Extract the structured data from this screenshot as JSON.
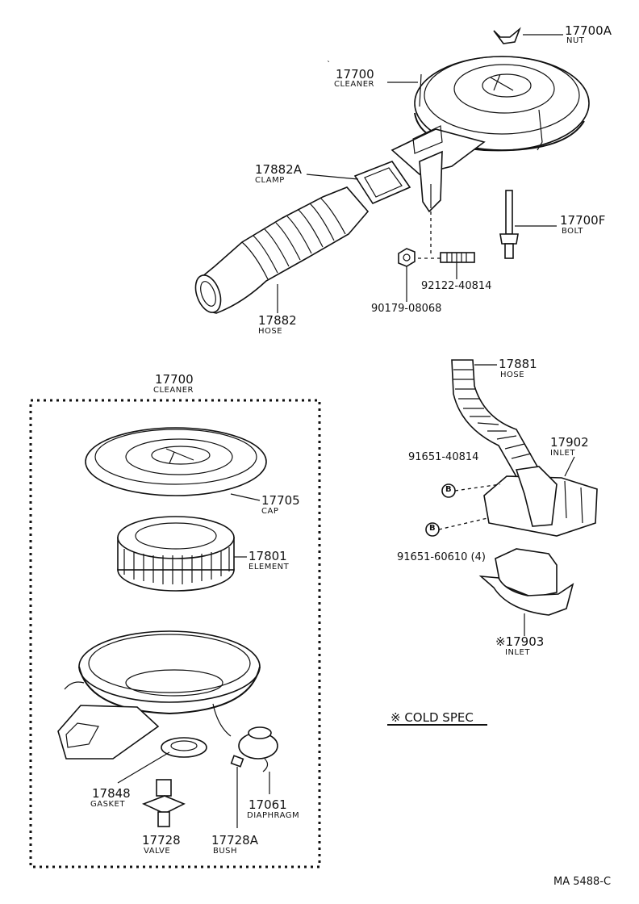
{
  "parts": {
    "nut": {
      "number": "17700A",
      "name": "NUT"
    },
    "cleaner_top": {
      "number": "17700",
      "name": "CLEANER"
    },
    "clamp": {
      "number": "17882A",
      "name": "CLAMP"
    },
    "bolt": {
      "number": "17700F",
      "name": "BOLT"
    },
    "hose": {
      "number": "17882",
      "name": "HOSE"
    },
    "stud": {
      "number": "92122-40814"
    },
    "nut2": {
      "number": "90179-08068"
    },
    "cleaner_box": {
      "number": "17700",
      "name": "CLEANER"
    },
    "cap": {
      "number": "17705",
      "name": "CAP"
    },
    "element": {
      "number": "17801",
      "name": "ELEMENT"
    },
    "gasket": {
      "number": "17848",
      "name": "GASKET"
    },
    "valve": {
      "number": "17728",
      "name": "VALVE"
    },
    "bush": {
      "number": "17728A",
      "name": "BUSH"
    },
    "diaphragm": {
      "number": "17061",
      "name": "DIAPHRAGM"
    },
    "hose2": {
      "number": "17881",
      "name": "HOSE"
    },
    "inlet": {
      "number": "17902",
      "name": "INLET"
    },
    "bolt_b1": {
      "number": "91651-40814",
      "marker": "B"
    },
    "bolt_b2": {
      "number": "91651-60610 (4)",
      "marker": "B"
    },
    "inlet2": {
      "number": "※17903",
      "name": "INLET"
    }
  },
  "note": "※ COLD SPEC",
  "footer_code": "MA  5488-C"
}
